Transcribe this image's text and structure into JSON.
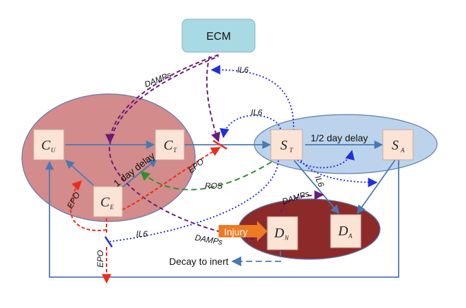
{
  "diagram": {
    "nodes": {
      "ecm": "ECM",
      "cu": {
        "main": "C",
        "sub": "U"
      },
      "ct": {
        "main": "C",
        "sub": "T"
      },
      "ce": {
        "main": "C",
        "sub": "E"
      },
      "st": {
        "main": "S",
        "sub": "T"
      },
      "sa": {
        "main": "S",
        "sub": "A"
      },
      "dn": {
        "main": "D",
        "sub": "N"
      },
      "da": {
        "main": "D",
        "sub": "A"
      }
    },
    "labels": {
      "damps_top": "DAMPs",
      "il6_top": "IL6",
      "il6_mid": "IL6",
      "half_day_delay": "1/2 day delay",
      "one_day_delay": "1 day delay",
      "epo_center": "EPO",
      "ros": "ROS",
      "epo_left": "EPO",
      "il6_vertical": "IL6",
      "damps_right": "DAMPs",
      "il6_bottom": "IL6",
      "damps_bottom": "DAMPs",
      "epo_bottom": "EPO",
      "injury": "Injury",
      "decay": "Decay to inert"
    },
    "colors": {
      "ellipse_left": "#d38b8b",
      "ellipse_right": "#bcd3ec",
      "ellipse_bottom": "#8c2a2a",
      "node_fill": "#fbe3d6",
      "ecm_fill": "#a9d9e2",
      "solid_arrow": "#4a78b5",
      "blue_dotted": "#1f2fe0",
      "purple_dashed": "#6a1a7a",
      "red_dashed": "#ee2b1b",
      "green_dashed": "#2f8f2f",
      "injury_arrow": "#ee7a22"
    }
  }
}
